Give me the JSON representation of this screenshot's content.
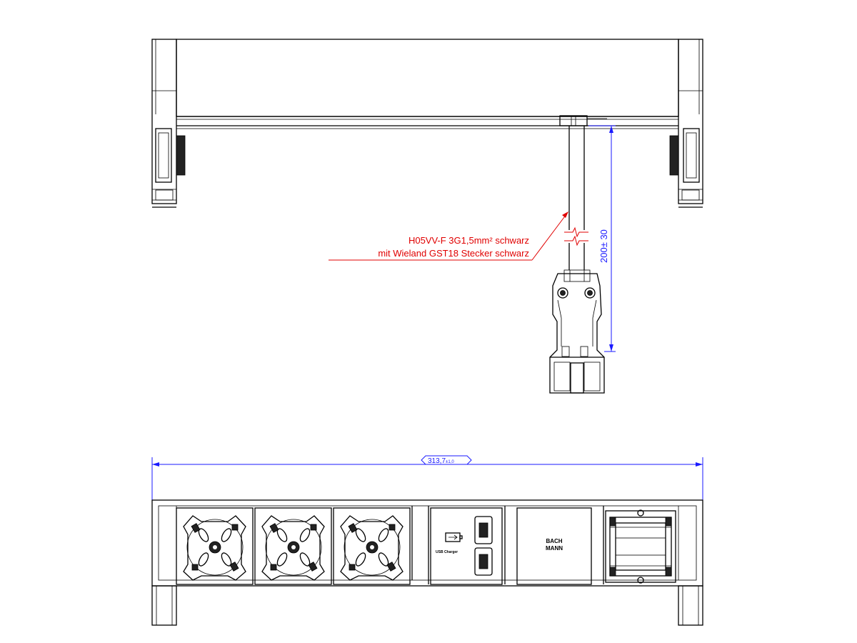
{
  "cable_label": {
    "line1": "H05VV-F 3G1,5mm² schwarz",
    "line2": "mit Wieland GST18 Stecker schwarz"
  },
  "dim_cable": {
    "value": "200",
    "tolerance": "± 30"
  },
  "dim_width": {
    "value": "313,7",
    "tolerance": "±1,0"
  },
  "usb_module": {
    "label": "USB Charger"
  },
  "blank_module": {
    "logo_line1": "BACH",
    "logo_line2": "MANN"
  },
  "colors": {
    "annotation": "#e00000",
    "dimension": "#1a1aff",
    "outline": "#000000"
  }
}
